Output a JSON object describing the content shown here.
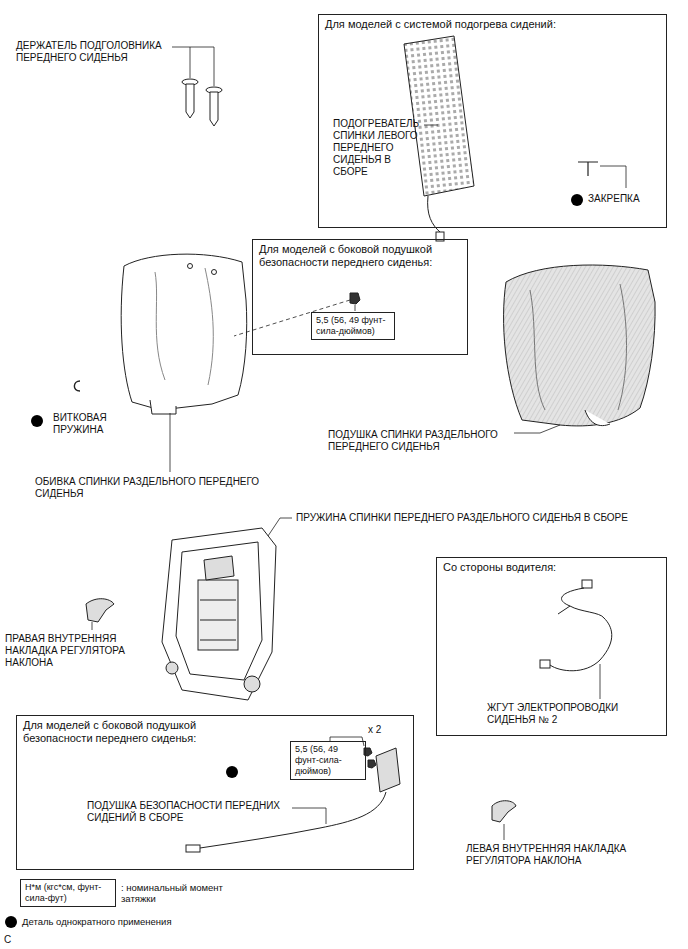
{
  "diagram": {
    "nodes": [
      {
        "text": [
          "Для моделей с системой подогрева сидений:"
        ]
      },
      {
        "text": [
          "Для моделей с боковой подушкой безопасности переднего сиденья:"
        ]
      },
      {
        "text": [
          "5,5 (56, 49 фунт-сила-дюймов)"
        ],
        "in": 1
      },
      {
        "text": [
          "Со стороны водителя:"
        ]
      },
      {
        "text": [
          "Для моделей с боковой подушкой безопасности переднего сиденья:"
        ]
      },
      {
        "text": [
          "5,5 (56, 49 фунт-сила-дюймов)"
        ],
        "in": 4
      },
      {
        "text": [
          "Н*м (кгс*см, фунт-сила-фут)"
        ]
      }
    ],
    "labels": [
      "ДЕРЖАТЕЛЬ ПОДГОЛОВНИКА ПЕРЕДНЕГО СИДЕНЬЯ",
      "ПОДОГРЕВАТЕЛЬ СПИНКИ ЛЕВОГО ПЕРЕДНЕГО СИДЕНЬЯ В СБОРЕ",
      "ЗАКРЕПКА",
      "ВИТКОВАЯ ПРУЖИНА",
      "ОБИВКА СПИНКИ РАЗДЕЛЬНОГО ПЕРЕДНЕГО СИДЕНЬЯ",
      "ПОДУШКА СПИНКИ РАЗДЕЛЬНОГО ПЕРЕДНЕГО СИДЕНЬЯ",
      "ПРУЖИНА СПИНКИ ПЕРЕДНЕГО РАЗДЕЛЬНОГО СИДЕНЬЯ В СБОРЕ",
      "ПРАВАЯ ВНУТРЕННЯЯ НАКЛАДКА РЕГУЛЯТОРА НАКЛОНА",
      "x 2",
      "ПОДУШКА БЕЗОПАСНОСТИ ПЕРЕДНИХ СИДЕНИЙ В СБОРЕ",
      "ЖГУТ ЭЛЕКТРОПРОВОДКИ СИДЕНЬЯ № 2",
      "ЛЕВАЯ ВНУТРЕННЯЯ НАКЛАДКА РЕГУЛЯТОРА НАКЛОНА",
      "C"
    ],
    "legend": [
      {
        "text": ": номинальный момент затяжки"
      },
      {
        "text": "Деталь однократного применения"
      }
    ]
  }
}
